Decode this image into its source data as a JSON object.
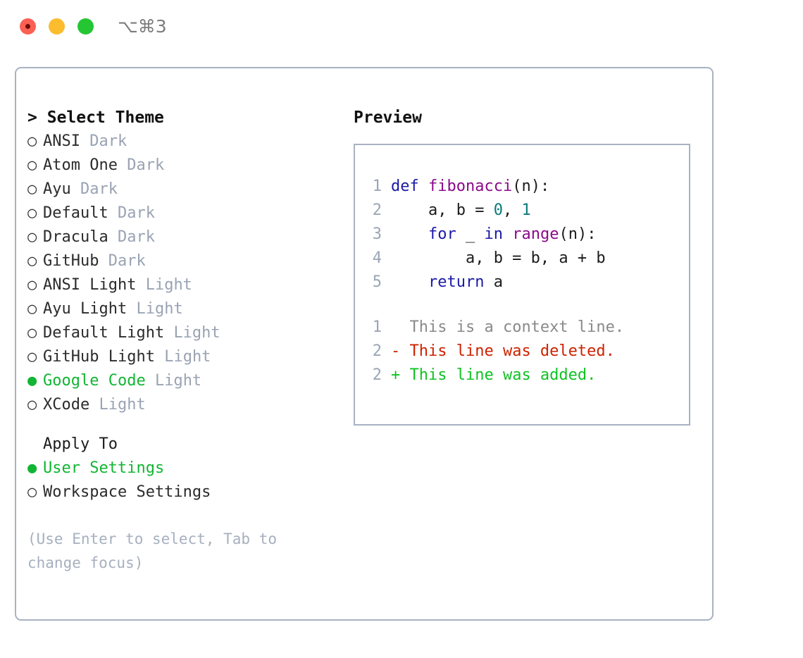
{
  "titlebar": {
    "shortcut": "⌥⌘3",
    "buttons": [
      {
        "name": "close",
        "color": "#fb6055"
      },
      {
        "name": "minimize",
        "color": "#fbbd2e"
      },
      {
        "name": "maximize",
        "color": "#25c634"
      }
    ]
  },
  "theme_picker": {
    "title": "Select Theme",
    "caret": ">",
    "bullet_selected": "●",
    "bullet_unselected": "○",
    "options": [
      {
        "label": "ANSI",
        "tag": "Dark",
        "selected": false
      },
      {
        "label": "Atom One",
        "tag": "Dark",
        "selected": false
      },
      {
        "label": "Ayu",
        "tag": "Dark",
        "selected": false
      },
      {
        "label": "Default",
        "tag": "Dark",
        "selected": false
      },
      {
        "label": "Dracula",
        "tag": "Dark",
        "selected": false
      },
      {
        "label": "GitHub",
        "tag": "Dark",
        "selected": false
      },
      {
        "label": "ANSI Light",
        "tag": "Light",
        "selected": false
      },
      {
        "label": "Ayu Light",
        "tag": "Light",
        "selected": false
      },
      {
        "label": "Default Light",
        "tag": "Light",
        "selected": false
      },
      {
        "label": "GitHub Light",
        "tag": "Light",
        "selected": false
      },
      {
        "label": "Google Code",
        "tag": "Light",
        "selected": true
      },
      {
        "label": "XCode",
        "tag": "Light",
        "selected": false
      }
    ]
  },
  "apply_to": {
    "title": "Apply To",
    "options": [
      {
        "label": "User Settings",
        "selected": true
      },
      {
        "label": "Workspace Settings",
        "selected": false
      }
    ]
  },
  "hint": "(Use Enter to select, Tab to change focus)",
  "preview": {
    "title": "Preview",
    "code": [
      {
        "lineno": "1",
        "tokens": [
          {
            "t": "def ",
            "c": "kw"
          },
          {
            "t": "fibonacci",
            "c": "fn"
          },
          {
            "t": "(n):",
            "c": "txt"
          }
        ]
      },
      {
        "lineno": "2",
        "tokens": [
          {
            "t": "    a, b = ",
            "c": "txt"
          },
          {
            "t": "0",
            "c": "num"
          },
          {
            "t": ", ",
            "c": "txt"
          },
          {
            "t": "1",
            "c": "num"
          }
        ]
      },
      {
        "lineno": "3",
        "tokens": [
          {
            "t": "    ",
            "c": "txt"
          },
          {
            "t": "for",
            "c": "kw"
          },
          {
            "t": " _ ",
            "c": "txt"
          },
          {
            "t": "in",
            "c": "kw"
          },
          {
            "t": " ",
            "c": "txt"
          },
          {
            "t": "range",
            "c": "fn"
          },
          {
            "t": "(n):",
            "c": "txt"
          }
        ]
      },
      {
        "lineno": "4",
        "tokens": [
          {
            "t": "        a, b = b, a + b",
            "c": "txt"
          }
        ]
      },
      {
        "lineno": "5",
        "tokens": [
          {
            "t": "    ",
            "c": "txt"
          },
          {
            "t": "return",
            "c": "kw"
          },
          {
            "t": " a",
            "c": "txt"
          }
        ]
      }
    ],
    "diff": [
      {
        "lineno": "1",
        "marker": " ",
        "text": "This is a context line.",
        "kind": "context"
      },
      {
        "lineno": "2",
        "marker": "-",
        "text": "This line was deleted.",
        "kind": "deleted"
      },
      {
        "lineno": "2",
        "marker": "+",
        "text": "This line was added.",
        "kind": "added"
      }
    ]
  },
  "colors": {
    "accent_green": "#12b533",
    "border": "#a8b2c2",
    "tag_gray": "#99a3b3",
    "hint_gray": "#a6b0be",
    "keyword_blue": "#1a1aa8",
    "function_purple": "#8b0a8b",
    "number_teal": "#0b7a7a",
    "diff_red": "#cc2200",
    "diff_green": "#10c224",
    "lineno_gray": "#9aa5b5"
  }
}
